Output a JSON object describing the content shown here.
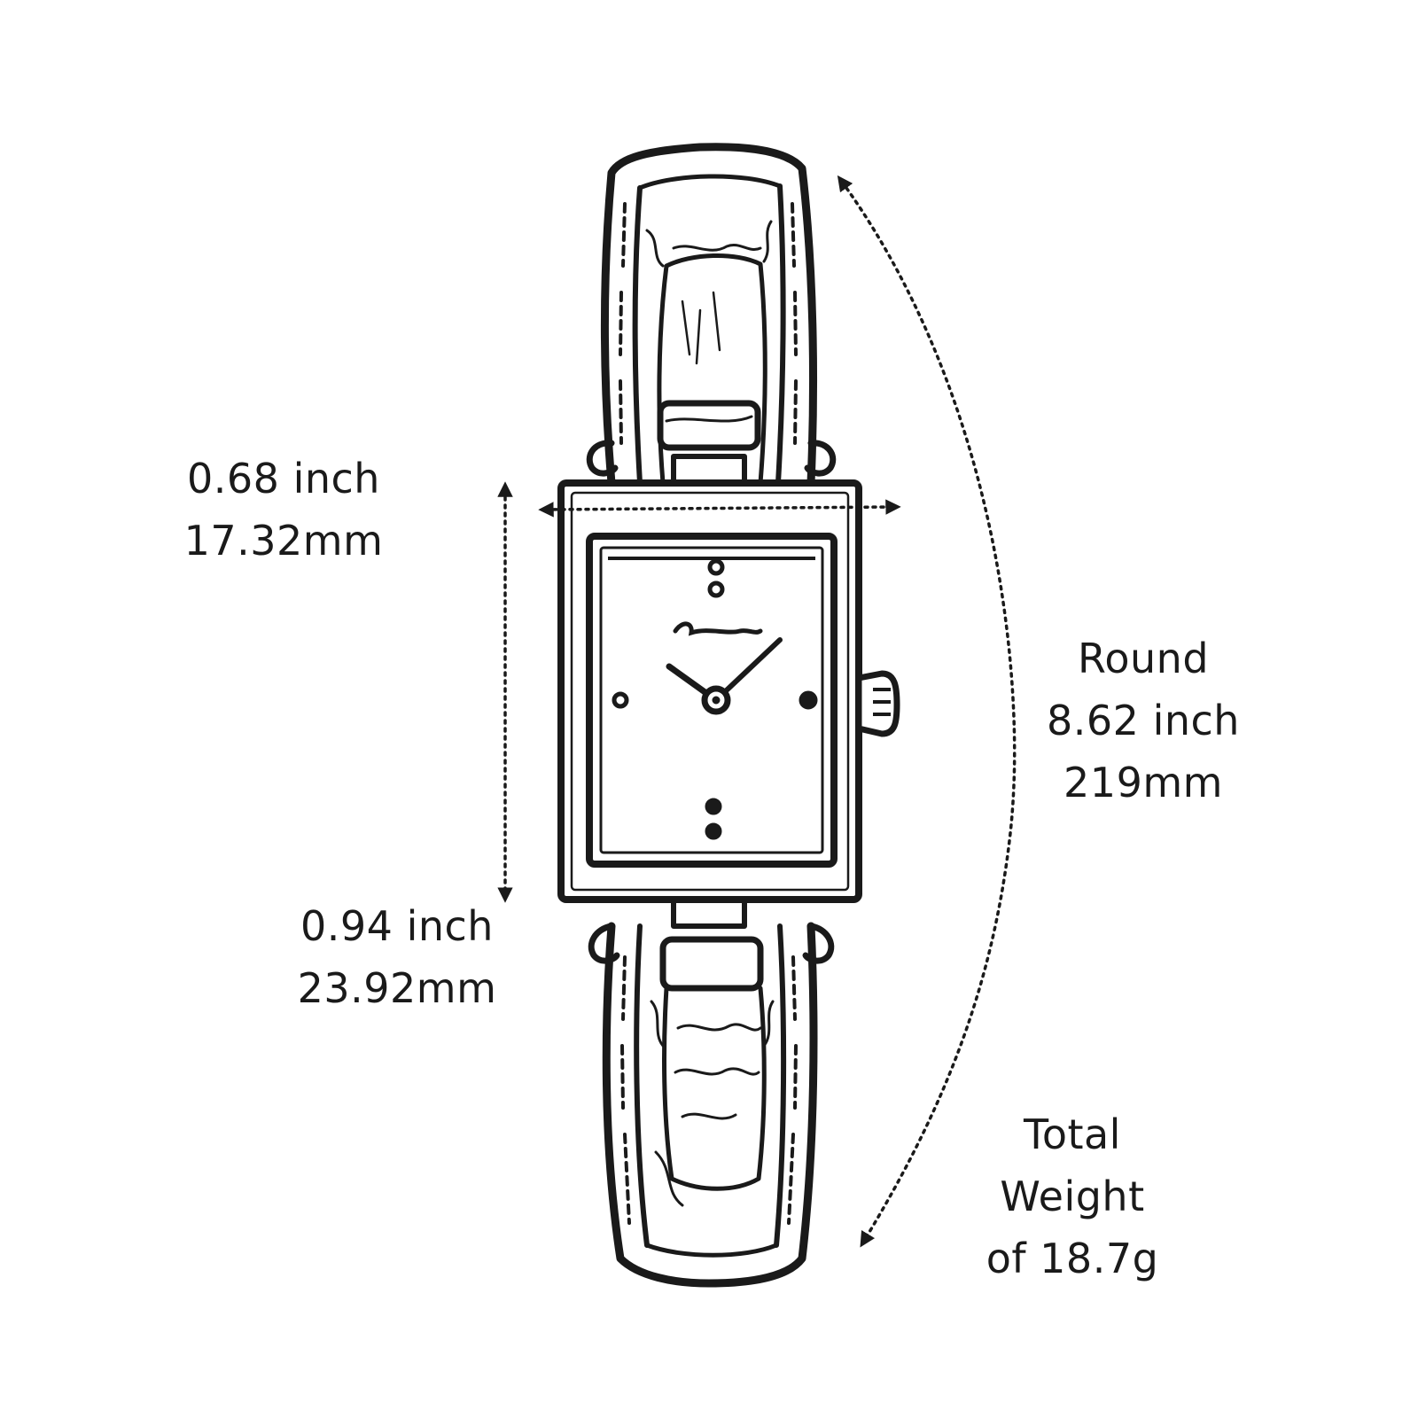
{
  "colors": {
    "ink": "#1a1a1a",
    "background": "#ffffff"
  },
  "dimensions": {
    "case_width": {
      "inch": "0.68 inch",
      "mm": "17.32mm"
    },
    "case_height": {
      "inch": "0.94 inch",
      "mm": "23.92mm"
    },
    "strap_length": {
      "label": "Round",
      "inch": "8.62 inch",
      "mm": "219mm"
    },
    "weight": {
      "line1": "Total",
      "line2": "Weight",
      "line3": "of 18.7g"
    }
  }
}
